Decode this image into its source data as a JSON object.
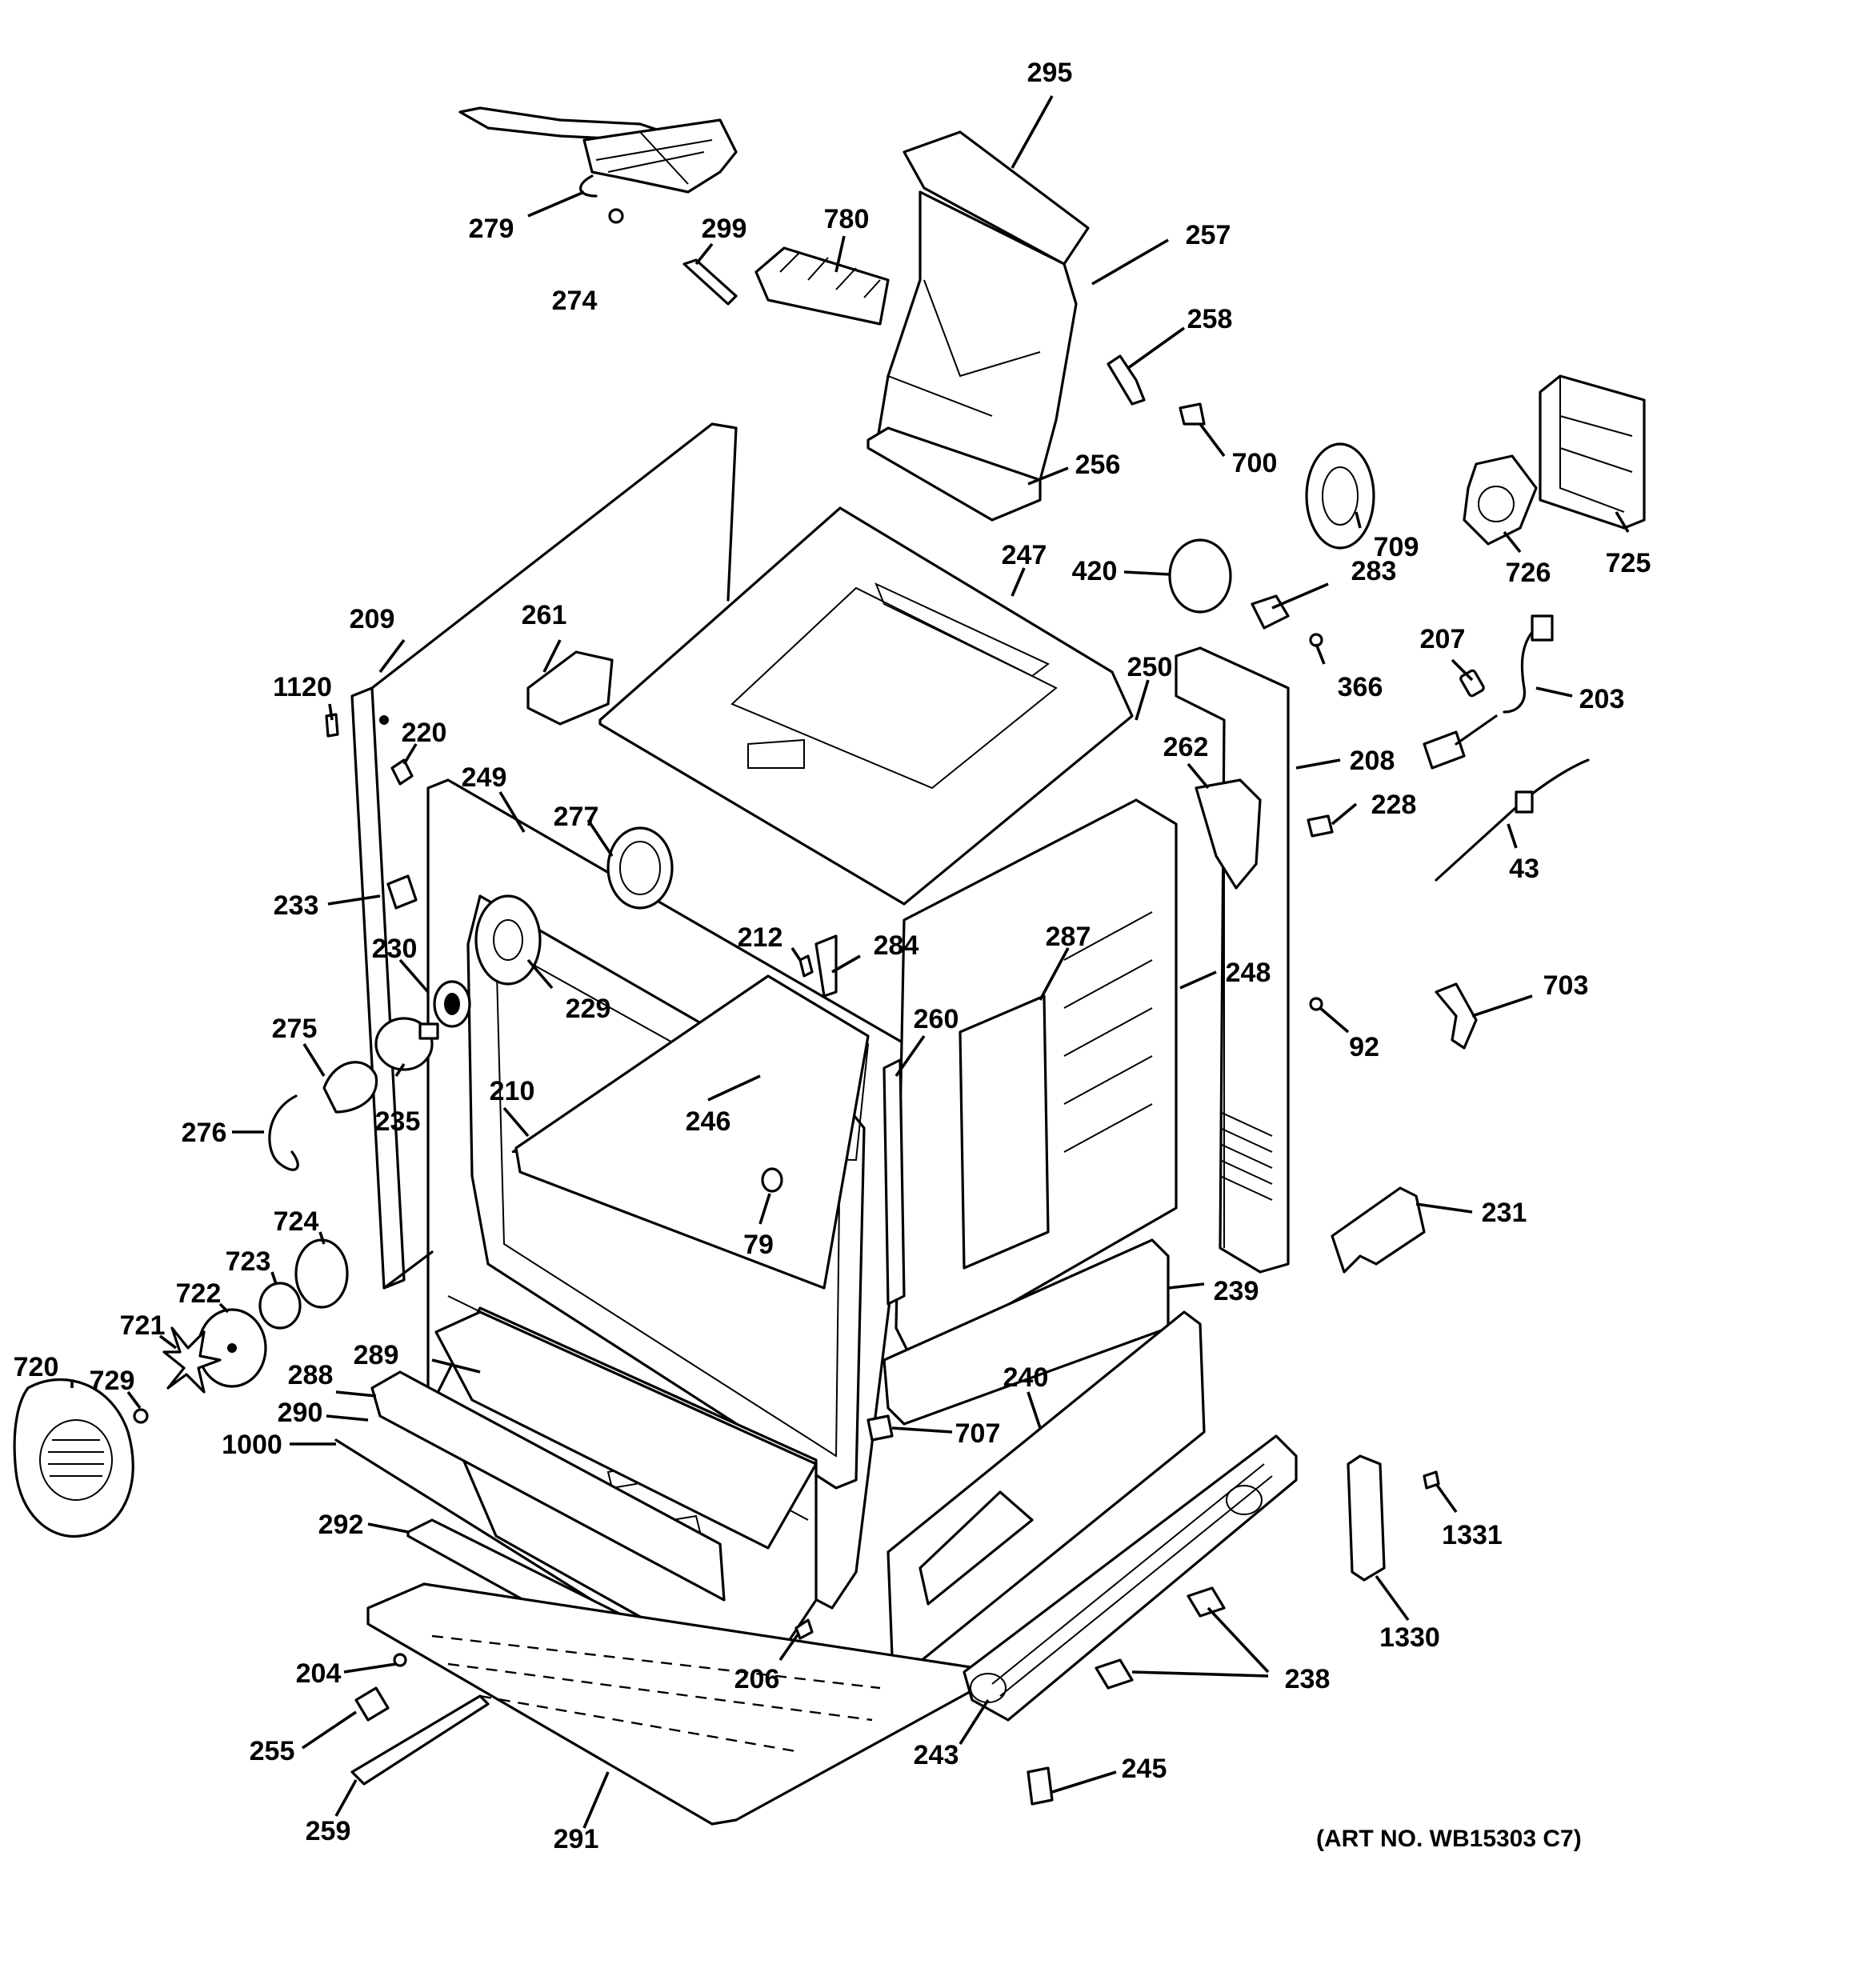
{
  "art_number": "(ART NO. WB15303 C7)",
  "callouts": {
    "c295": "295",
    "c257": "257",
    "c258": "258",
    "c700": "700",
    "c256": "256",
    "c709": "709",
    "c726": "726",
    "c725": "725",
    "c279": "279",
    "c274": "274",
    "c299": "299",
    "c780": "780",
    "c247": "247",
    "c420": "420",
    "c283": "283",
    "c366": "366",
    "c207": "207",
    "c203": "203",
    "c250": "250",
    "c262": "262",
    "c208": "208",
    "c228": "228",
    "c43": "43",
    "c209": "209",
    "c261": "261",
    "c1120": "1120",
    "c220": "220",
    "c249": "249",
    "c277": "277",
    "c233": "233",
    "c230": "230",
    "c229": "229",
    "c212": "212",
    "c284": "284",
    "c287": "287",
    "c248": "248",
    "c703": "703",
    "c92": "92",
    "c275": "275",
    "c260": "260",
    "c210": "210",
    "c246": "246",
    "c235": "235",
    "c276": "276",
    "c79": "79",
    "c231": "231",
    "c724": "724",
    "c723": "723",
    "c722": "722",
    "c721": "721",
    "c720": "720",
    "c729": "729",
    "c239": "239",
    "c289": "289",
    "c288": "288",
    "c290": "290",
    "c1000": "1000",
    "c240": "240",
    "c707": "707",
    "c292": "292",
    "c206": "206",
    "c204": "204",
    "c255": "255",
    "c259": "259",
    "c291": "291",
    "c243": "243",
    "c238": "238",
    "c245": "245",
    "c1330": "1330",
    "c1331": "1331"
  }
}
